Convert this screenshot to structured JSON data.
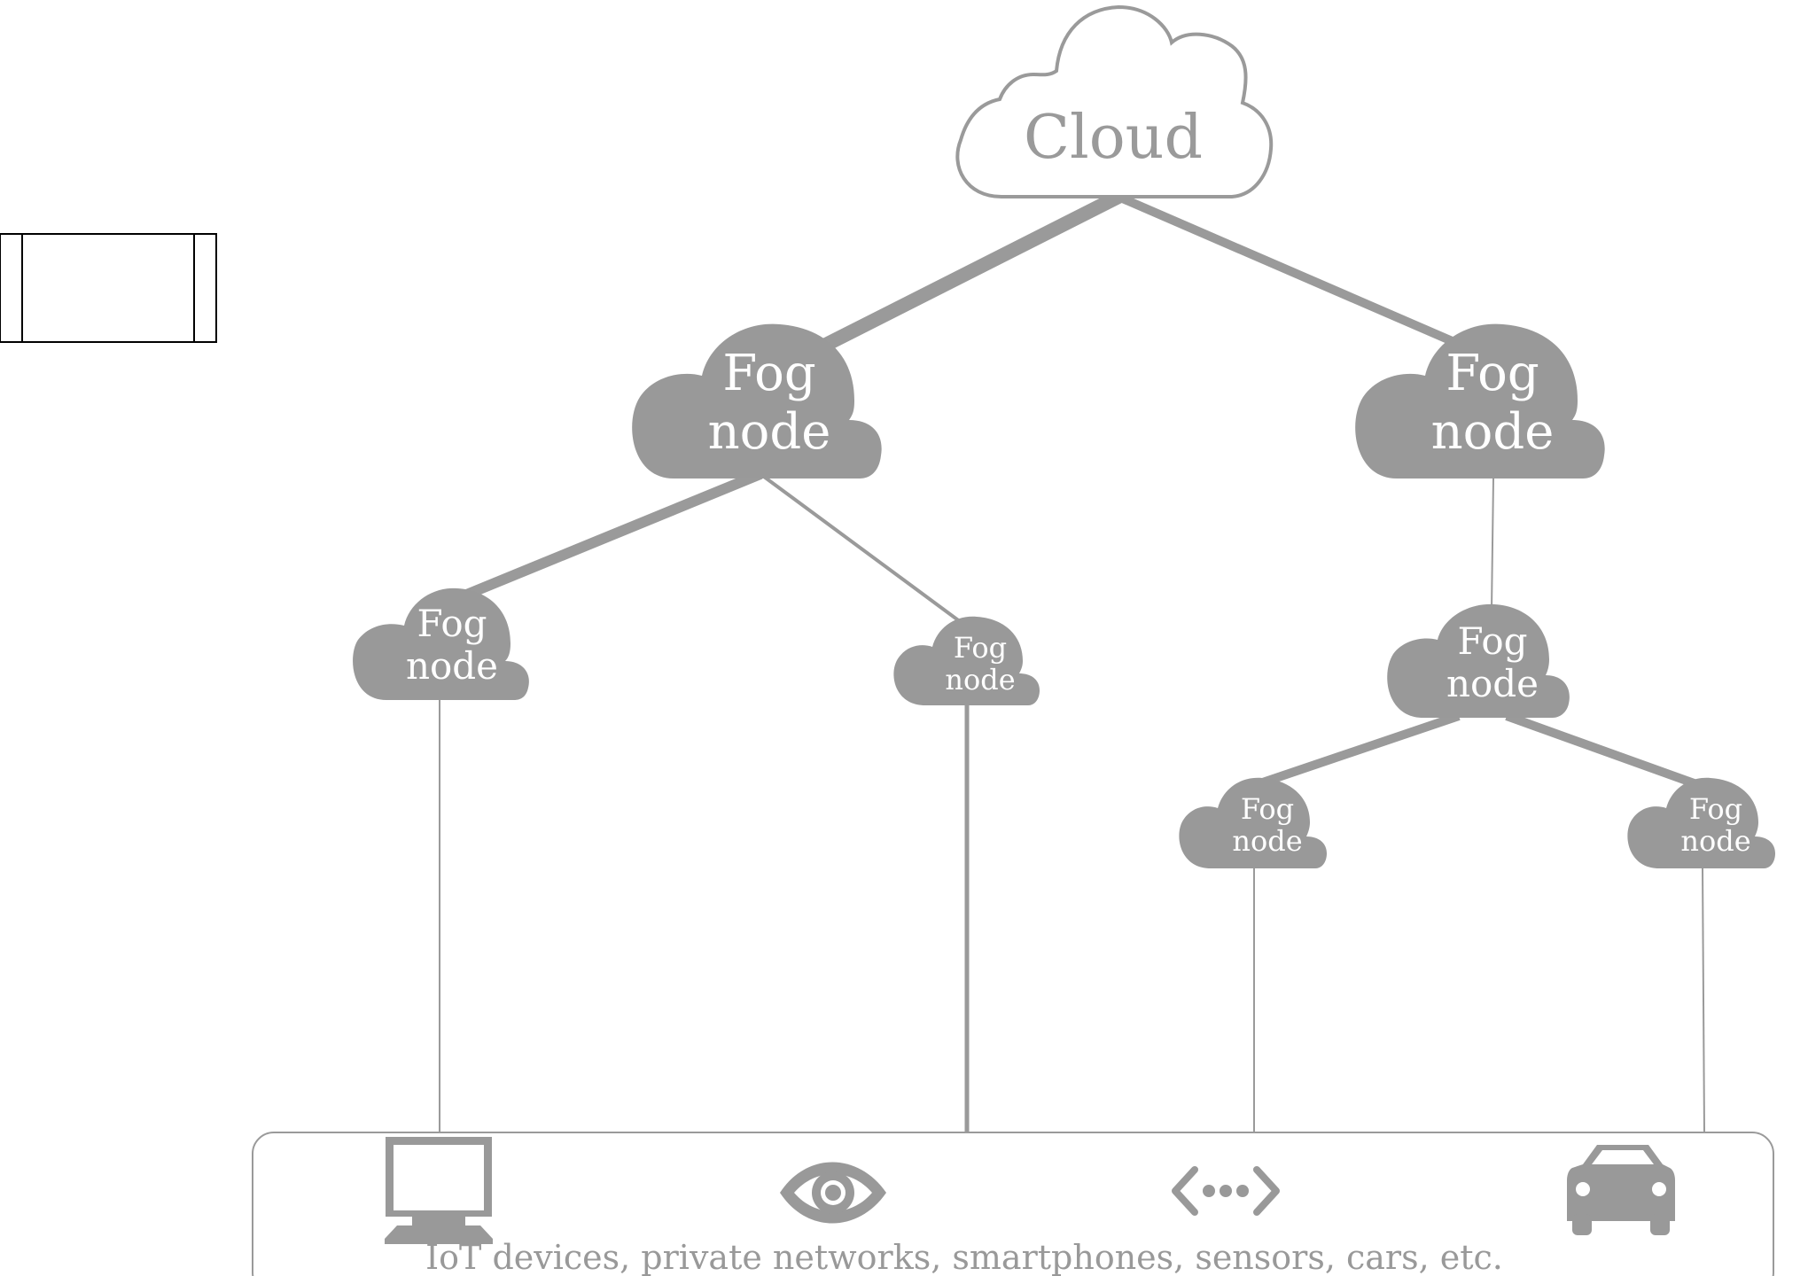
{
  "colors": {
    "fog": "#999999",
    "line": "#9a9a9a",
    "cloud_outline": "#9a9a9a",
    "device_box": "#9a9a9a",
    "icon": "#999999",
    "stub": "#000000"
  },
  "cloud": {
    "label": "Cloud"
  },
  "fog_nodes": [
    {
      "id": "fog-l1-left",
      "label_line1": "Fog",
      "label_line2": "node"
    },
    {
      "id": "fog-l1-right",
      "label_line1": "Fog",
      "label_line2": "node"
    },
    {
      "id": "fog-l2-a",
      "label_line1": "Fog",
      "label_line2": "node"
    },
    {
      "id": "fog-l2-b",
      "label_line1": "Fog",
      "label_line2": "node"
    },
    {
      "id": "fog-l2-c",
      "label_line1": "Fog",
      "label_line2": "node"
    },
    {
      "id": "fog-l3-a",
      "label_line1": "Fog",
      "label_line2": "node"
    },
    {
      "id": "fog-l3-b",
      "label_line1": "Fog",
      "label_line2": "node"
    }
  ],
  "devices": {
    "caption": "IoT devices, private networks, smartphones, sensors, cars, etc.",
    "icons": [
      "computer-monitor-icon",
      "eye-icon",
      "network-link-icon",
      "car-icon"
    ]
  }
}
